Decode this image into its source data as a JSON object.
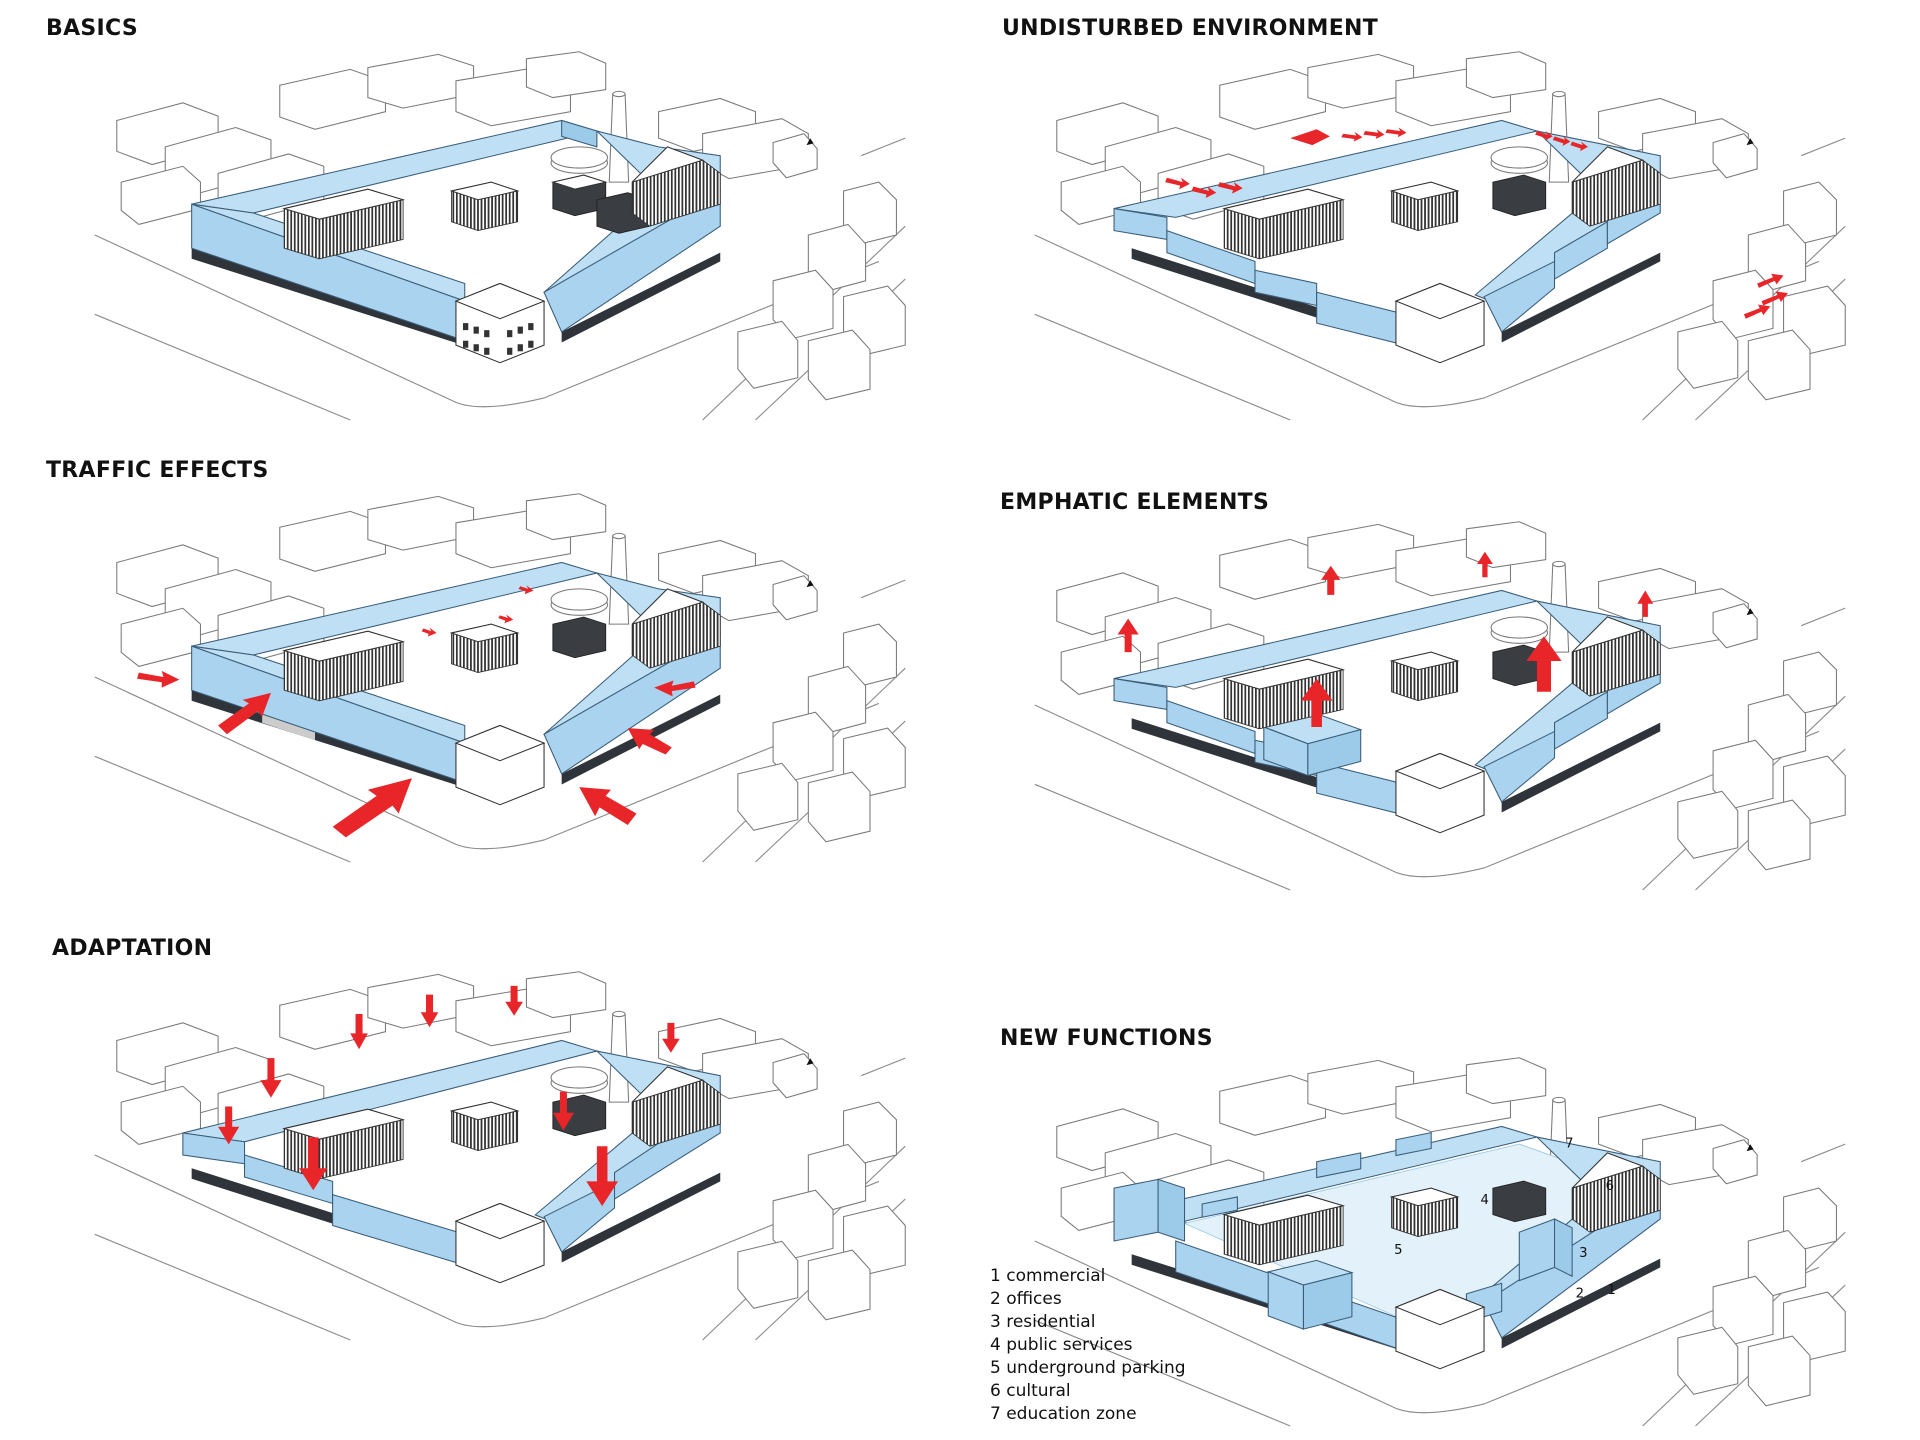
{
  "panels": [
    {
      "id": "basics",
      "title": "BASICS"
    },
    {
      "id": "undisturbed",
      "title": "UNDISTURBED ENVIRONMENT"
    },
    {
      "id": "traffic",
      "title": "TRAFFIC EFFECTS"
    },
    {
      "id": "emphatic",
      "title": "EMPHATIC ELEMENTS"
    },
    {
      "id": "adaptation",
      "title": "ADAPTATION"
    },
    {
      "id": "new_functions",
      "title": "NEW FUNCTIONS"
    }
  ],
  "new_functions": {
    "map_labels": [
      "1",
      "2",
      "3",
      "4",
      "5",
      "6",
      "7"
    ],
    "legend": [
      "1 commercial",
      "2 offices",
      "3 residential",
      "4 public services",
      "5 underground parking",
      "6 cultural",
      "7 education zone"
    ]
  },
  "colors": {
    "block_blue": "#bfe0f4",
    "arrow_red": "#e8262a",
    "outline": "#7a7a7a",
    "base_dark": "#2f343a"
  }
}
